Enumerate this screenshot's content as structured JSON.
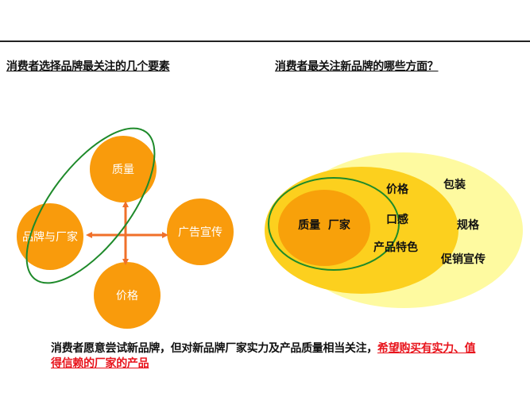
{
  "left_panel": {
    "title": "消费者选择品牌最关注的几个要素",
    "nodes": [
      {
        "id": "quality",
        "label": "质量"
      },
      {
        "id": "brand",
        "label": "品牌与厂家"
      },
      {
        "id": "advertising",
        "label": "广告宣传"
      },
      {
        "id": "price",
        "label": "价格"
      }
    ],
    "highlight": "quality-and-brand"
  },
  "right_panel": {
    "title": "消费者最关注新品牌的哪些方面？",
    "inner": {
      "label": "质量  厂家"
    },
    "middle": {
      "items": [
        "价格",
        "口感",
        "产品特色"
      ]
    },
    "outer": {
      "items": [
        "包装",
        "规格",
        "促销宣传"
      ]
    }
  },
  "summary": {
    "text": "消费者愿意尝试新品牌，但对新品牌厂家实力及产品质量相当关注，",
    "highlight": "希望购买有实力、值得信赖的厂家的产品"
  },
  "colors": {
    "orange_circle": "#f99b0c",
    "arrow": "#f0702a",
    "green_outline": "#1e8a2a",
    "outer_ellipse": "#fefaa0",
    "middle_ellipse": "#fcd01e",
    "inner_ellipse": "#f8a10a",
    "highlight_text": "#e8141c"
  }
}
